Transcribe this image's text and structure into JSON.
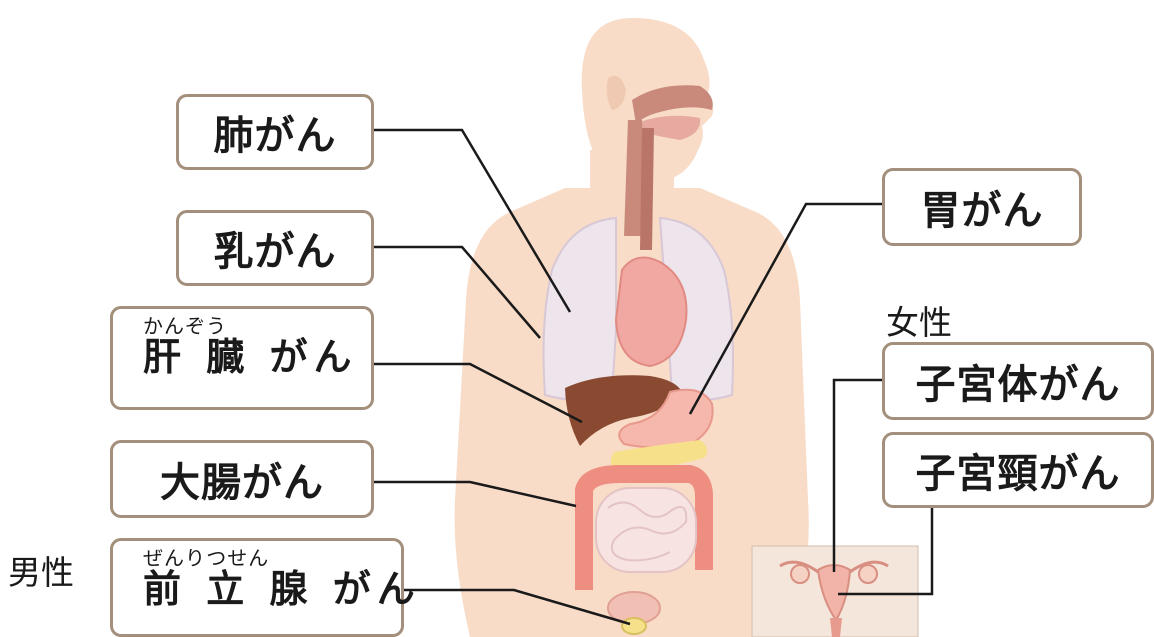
{
  "labels": {
    "lung": "肺がん",
    "breast": "乳がん",
    "liver_ruby": "かんぞう",
    "liver": "肝 臓 がん",
    "colon": "大腸がん",
    "prostate_ruby": "ぜんりつせん",
    "prostate": "前 立 腺 がん",
    "stomach": "胃がん",
    "uterine_body": "子宮体がん",
    "cervical": "子宮頸がん"
  },
  "groups": {
    "male": "男性",
    "female": "女性"
  },
  "colors": {
    "skin": "#f8dcc8",
    "skin_shadow": "#efc9b1",
    "lung": "#ede4ec",
    "heart": "#f2a8a2",
    "liver": "#8a4a32",
    "stomach": "#f6b8ac",
    "pancreas": "#f6e08a",
    "intestine_large": "#ee8e80",
    "intestine_small": "#f8e3e3",
    "airway": "#c98a7c",
    "box_border": "#a38f7c",
    "leader_line": "#1a1a1a"
  }
}
